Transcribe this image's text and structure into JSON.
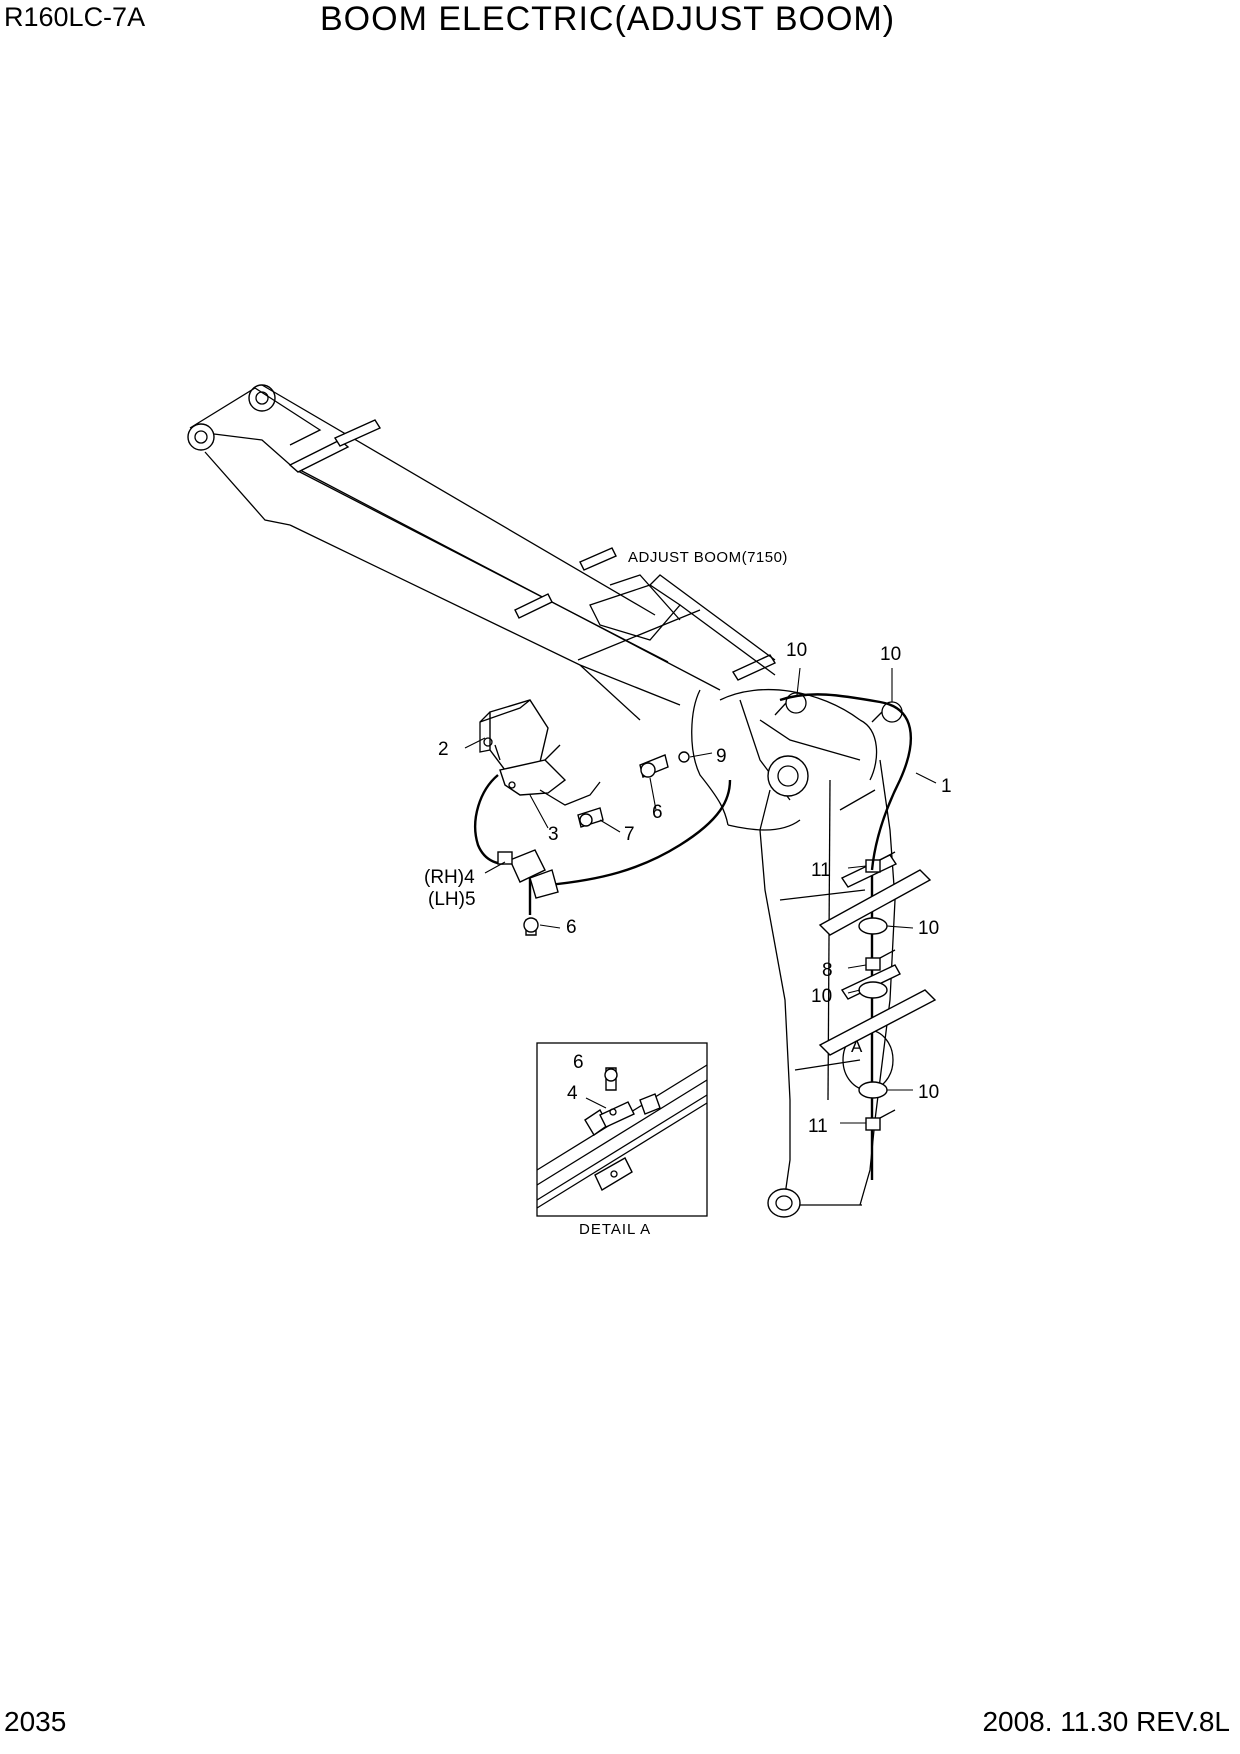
{
  "header": {
    "model": "R160LC-7A",
    "title": "BOOM ELECTRIC(ADJUST BOOM)"
  },
  "footer": {
    "page_number": "2035",
    "revision": "2008. 11.30  REV.8L"
  },
  "labels": {
    "adjust_boom": "ADJUST BOOM(7150)",
    "detail_a": "DETAIL  A",
    "section_a": "A"
  },
  "callouts": {
    "c1": "1",
    "c2": "2",
    "c3": "3",
    "c4": "(RH)4",
    "c5": "(LH)5",
    "c6_top": "6",
    "c6_bottom": "6",
    "c7": "7",
    "c8": "8",
    "c9": "9",
    "c10_a": "10",
    "c10_b": "10",
    "c10_c": "10",
    "c10_d": "10",
    "c10_e": "10",
    "c11_a": "11",
    "c11_b": "11",
    "d6": "6",
    "d4": "4"
  }
}
